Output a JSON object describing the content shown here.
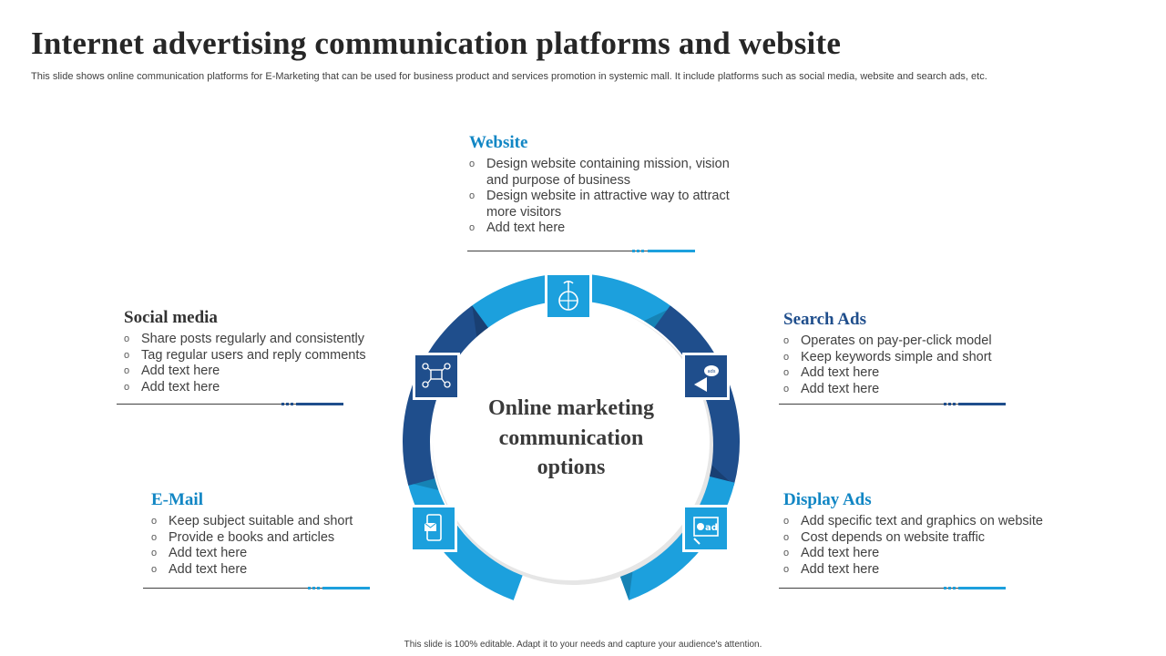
{
  "title": "Internet advertising communication platforms and website",
  "subtitle": "This slide shows online communication platforms for E-Marketing that can be used for business product and services promotion in systemic mall. It include platforms such as social media, website and search ads, etc.",
  "center_label": "Online marketing communication options",
  "footer": "This slide is 100% editable. Adapt it to your needs and capture your audience's attention.",
  "bullet_glyph": "o",
  "colors": {
    "light_blue": "#1ca0dd",
    "dark_blue": "#1f4e8c",
    "light_title": "#1186c4"
  },
  "blocks": {
    "website": {
      "title": "Website",
      "items": [
        "Design website containing mission, vision and purpose of business",
        "Design website in attractive way to attract more visitors",
        "Add text here"
      ],
      "icon": "antenna-globe-icon"
    },
    "social": {
      "title": "Social media",
      "items": [
        "Share posts regularly and consistently",
        "Tag regular users and reply comments",
        "Add text here",
        "Add text here"
      ],
      "icon": "network-chat-icon"
    },
    "search": {
      "title": "Search Ads",
      "items": [
        "Operates on pay-per-click model",
        "Keep keywords simple and short",
        "Add text here",
        "Add text here"
      ],
      "icon": "megaphone-ads-icon"
    },
    "email": {
      "title": "E-Mail",
      "items": [
        "Keep subject suitable and short",
        "Provide e books and articles",
        "Add text here",
        "Add text here"
      ],
      "icon": "phone-mail-icon"
    },
    "display": {
      "title": "Display Ads",
      "items": [
        "Add specific text and graphics on website",
        "Cost depends on website traffic",
        "Add text here",
        "Add text here"
      ],
      "icon": "display-ad-icon"
    }
  }
}
